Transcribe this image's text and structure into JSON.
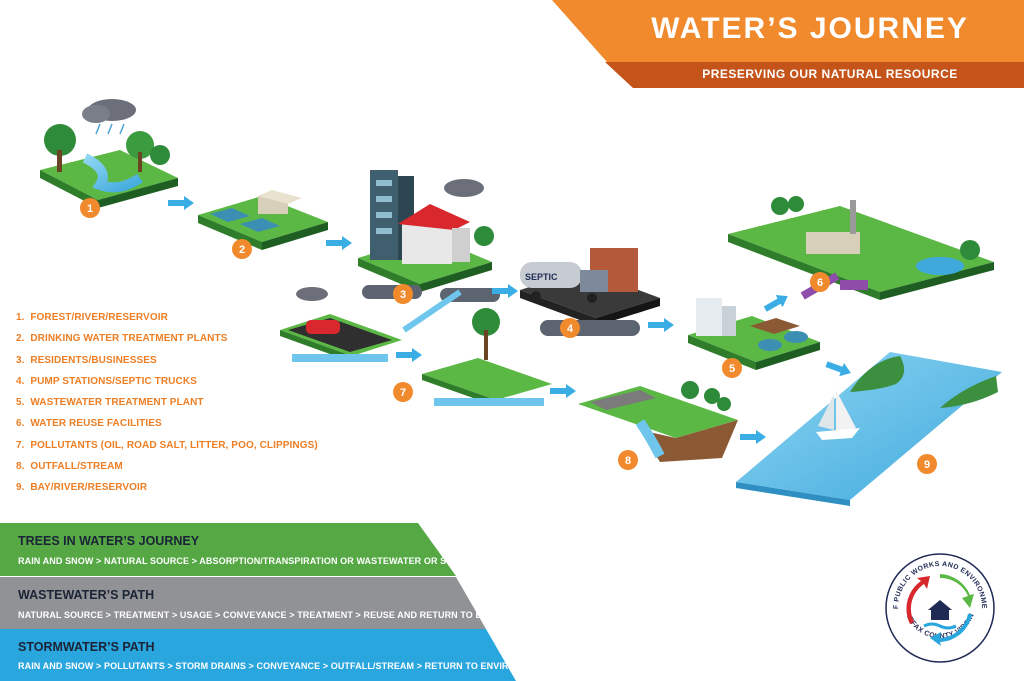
{
  "header": {
    "title": "WATER’S JOURNEY",
    "subtitle": "PRESERVING OUR NATURAL RESOURCE"
  },
  "steps": [
    {
      "number": "1",
      "label": "FOREST/RIVER/RESERVOIR"
    },
    {
      "number": "2",
      "label": "DRINKING WATER TREATMENT PLANTS"
    },
    {
      "number": "3",
      "label": "RESIDENTS/BUSINESSES"
    },
    {
      "number": "4",
      "label": "PUMP STATIONS/SEPTIC TRUCKS"
    },
    {
      "number": "5",
      "label": "WASTEWATER TREATMENT PLANT"
    },
    {
      "number": "6",
      "label": "WATER REUSE FACILITIES"
    },
    {
      "number": "7",
      "label": "POLLUTANTS (OIL, ROAD SALT, LITTER, POO, CLIPPINGS)"
    },
    {
      "number": "8",
      "label": "OUTFALL/STREAM"
    },
    {
      "number": "9",
      "label": "BAY/RIVER/RESERVOIR"
    }
  ],
  "truck_label": "SEPTIC",
  "paths": [
    {
      "title": "TREES IN WATER’S JOURNEY",
      "description": "RAIN AND SNOW > NATURAL SOURCE > ABSORPTION/TRANSPIRATION OR WASTEWATER OR STORMWATER PATHS",
      "color": "#56a845"
    },
    {
      "title": "WASTEWATER’S PATH",
      "description": "NATURAL SOURCE > TREATMENT > USAGE > CONVEYANCE > TREATMENT > REUSE AND RETURN TO ENVIRONMENT",
      "color": "#909295"
    },
    {
      "title": "STORMWATER’S PATH",
      "description": "RAIN AND SNOW > POLLUTANTS > STORM DRAINS > CONVEYANCE > OUTFALL/STREAM > RETURN TO ENVIRONMENT",
      "color": "#2aa6df"
    }
  ],
  "seal": {
    "top_text": "DEPARTMENT OF PUBLIC WORKS AND ENVIRONMENTAL SERVICES",
    "bottom_text": "FAIRFAX COUNTY VIRGINIA"
  },
  "colors": {
    "accent_orange": "#f08a2c",
    "dark_orange": "#c4541a",
    "grass": "#5cb845",
    "water": "#6fc6ec"
  }
}
